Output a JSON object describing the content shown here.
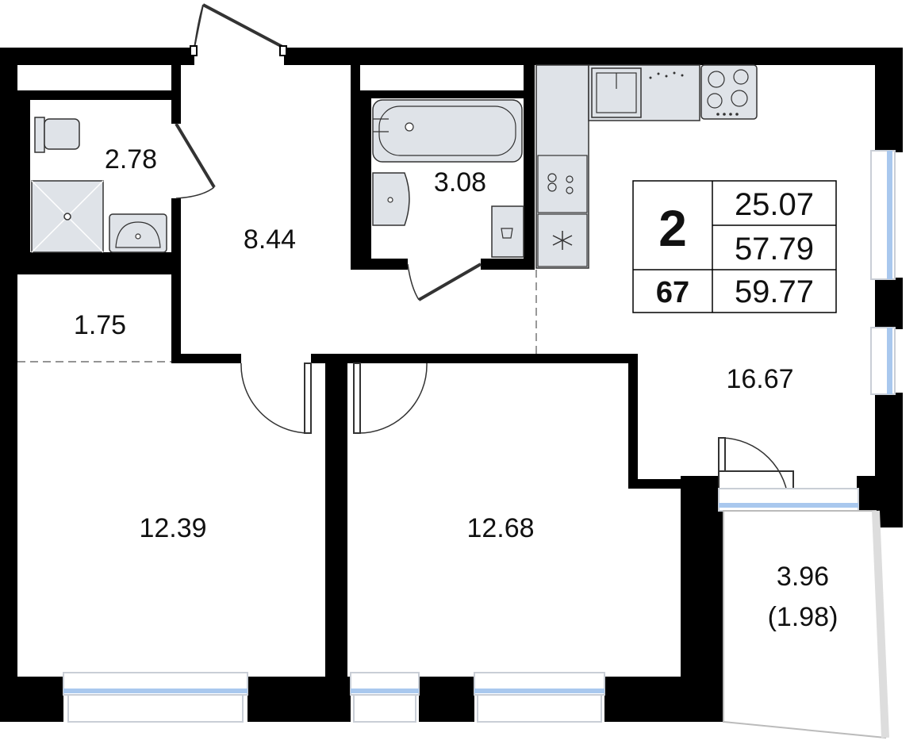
{
  "rooms": {
    "wc": {
      "area": "2.78"
    },
    "hall": {
      "area": "8.44"
    },
    "bath": {
      "area": "3.08"
    },
    "storage": {
      "area": "1.75"
    },
    "bedroom_left": {
      "area": "12.39"
    },
    "bedroom_right": {
      "area": "12.68"
    },
    "kitchen_living": {
      "area": "16.67"
    },
    "balcony": {
      "area": "3.96",
      "area_reduced": "(1.98)"
    }
  },
  "info_box": {
    "rooms_count": "2",
    "apartment_number": "67",
    "living_area": "25.07",
    "total_area": "57.79",
    "total_area_with_balcony": "59.77"
  },
  "colors": {
    "wall": "#000000",
    "fixture_fill": "#dfe3e8",
    "fixture_stroke": "#333333",
    "window_glass": "#a9c8ee",
    "window_frame": "#c9ced6"
  }
}
